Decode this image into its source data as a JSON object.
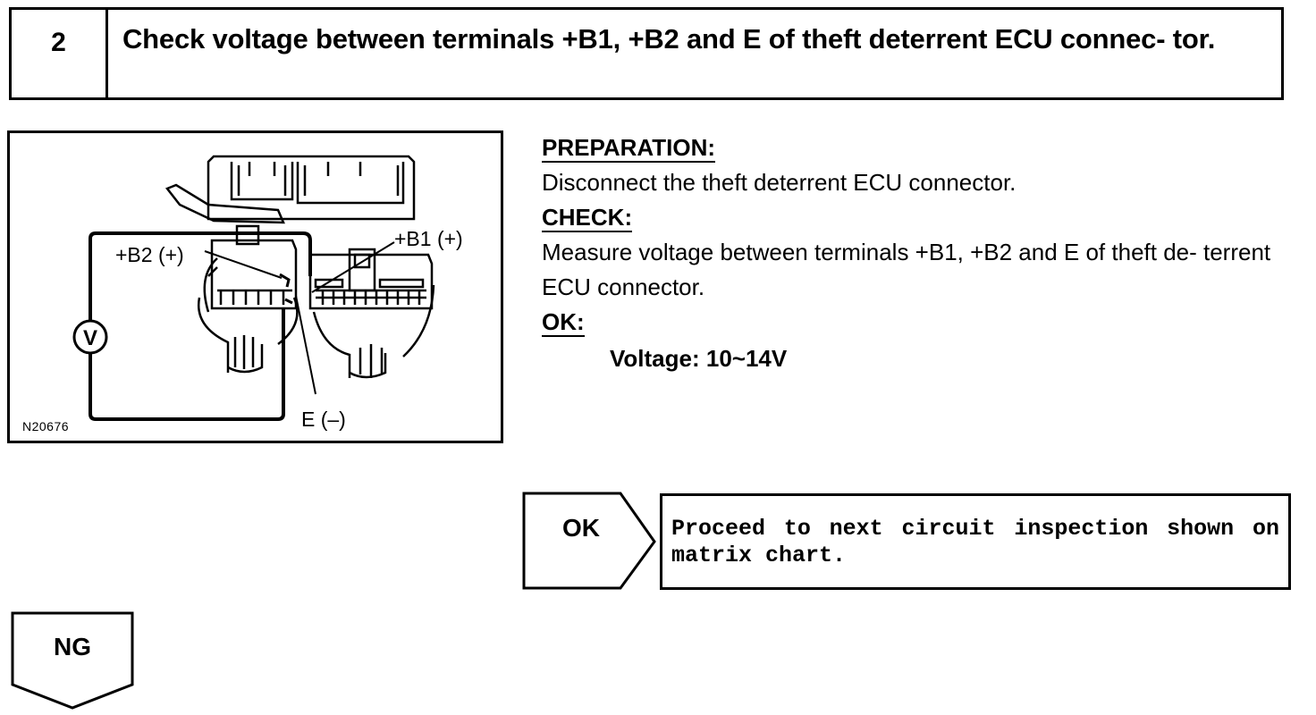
{
  "step": {
    "number": "2",
    "title": "Check voltage between terminals +B1, +B2 and E of theft deterrent ECU connec- tor."
  },
  "figure": {
    "labels": {
      "b2": "+B2 (+)",
      "b1": "+B1 (+)",
      "e": "E (–)",
      "voltmeter": "V"
    },
    "figure_id": "N20676"
  },
  "instructions": {
    "preparation_heading": "PREPARATION:",
    "preparation_text": "Disconnect the theft deterrent ECU connector.",
    "check_heading": "CHECK:",
    "check_text": "Measure voltage between terminals +B1, +B2 and E of theft de- terrent ECU connector.",
    "ok_heading": "OK:",
    "ok_spec": "Voltage: 10~14V"
  },
  "results": {
    "ok_label": "OK",
    "ok_text": "Proceed to next circuit inspection shown on matrix chart.",
    "ng_label": "NG"
  }
}
